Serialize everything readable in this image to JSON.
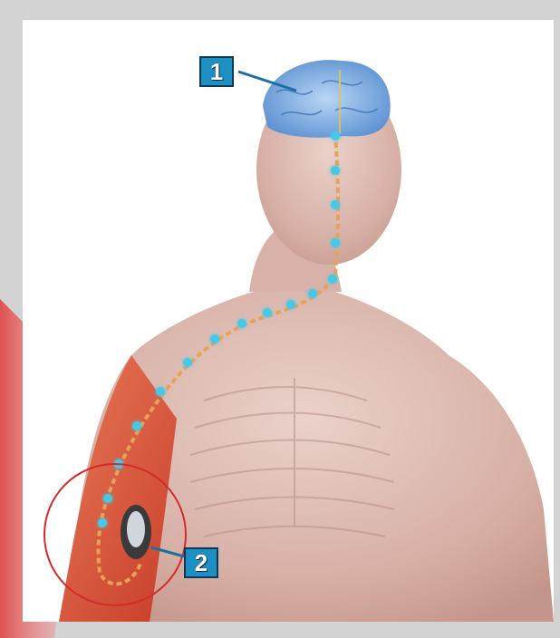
{
  "callouts": [
    {
      "id": "1",
      "label": "1"
    },
    {
      "id": "2",
      "label": "2"
    }
  ],
  "colors": {
    "callout_fill": "#1e8fc3",
    "callout_border": "#0c3a55",
    "leader_line": "#1b6fa5",
    "highlight_circle": "#d42a2a",
    "skin": "#d9b3aa",
    "brain": "#6f9fd8",
    "nerve_path": "#e7a25a",
    "signal_dot": "#46c8e6",
    "arm_accent": "#d9431f",
    "background_frame": "#d3d3d3"
  },
  "icons": [
    "brain-icon",
    "implant-device-icon"
  ]
}
